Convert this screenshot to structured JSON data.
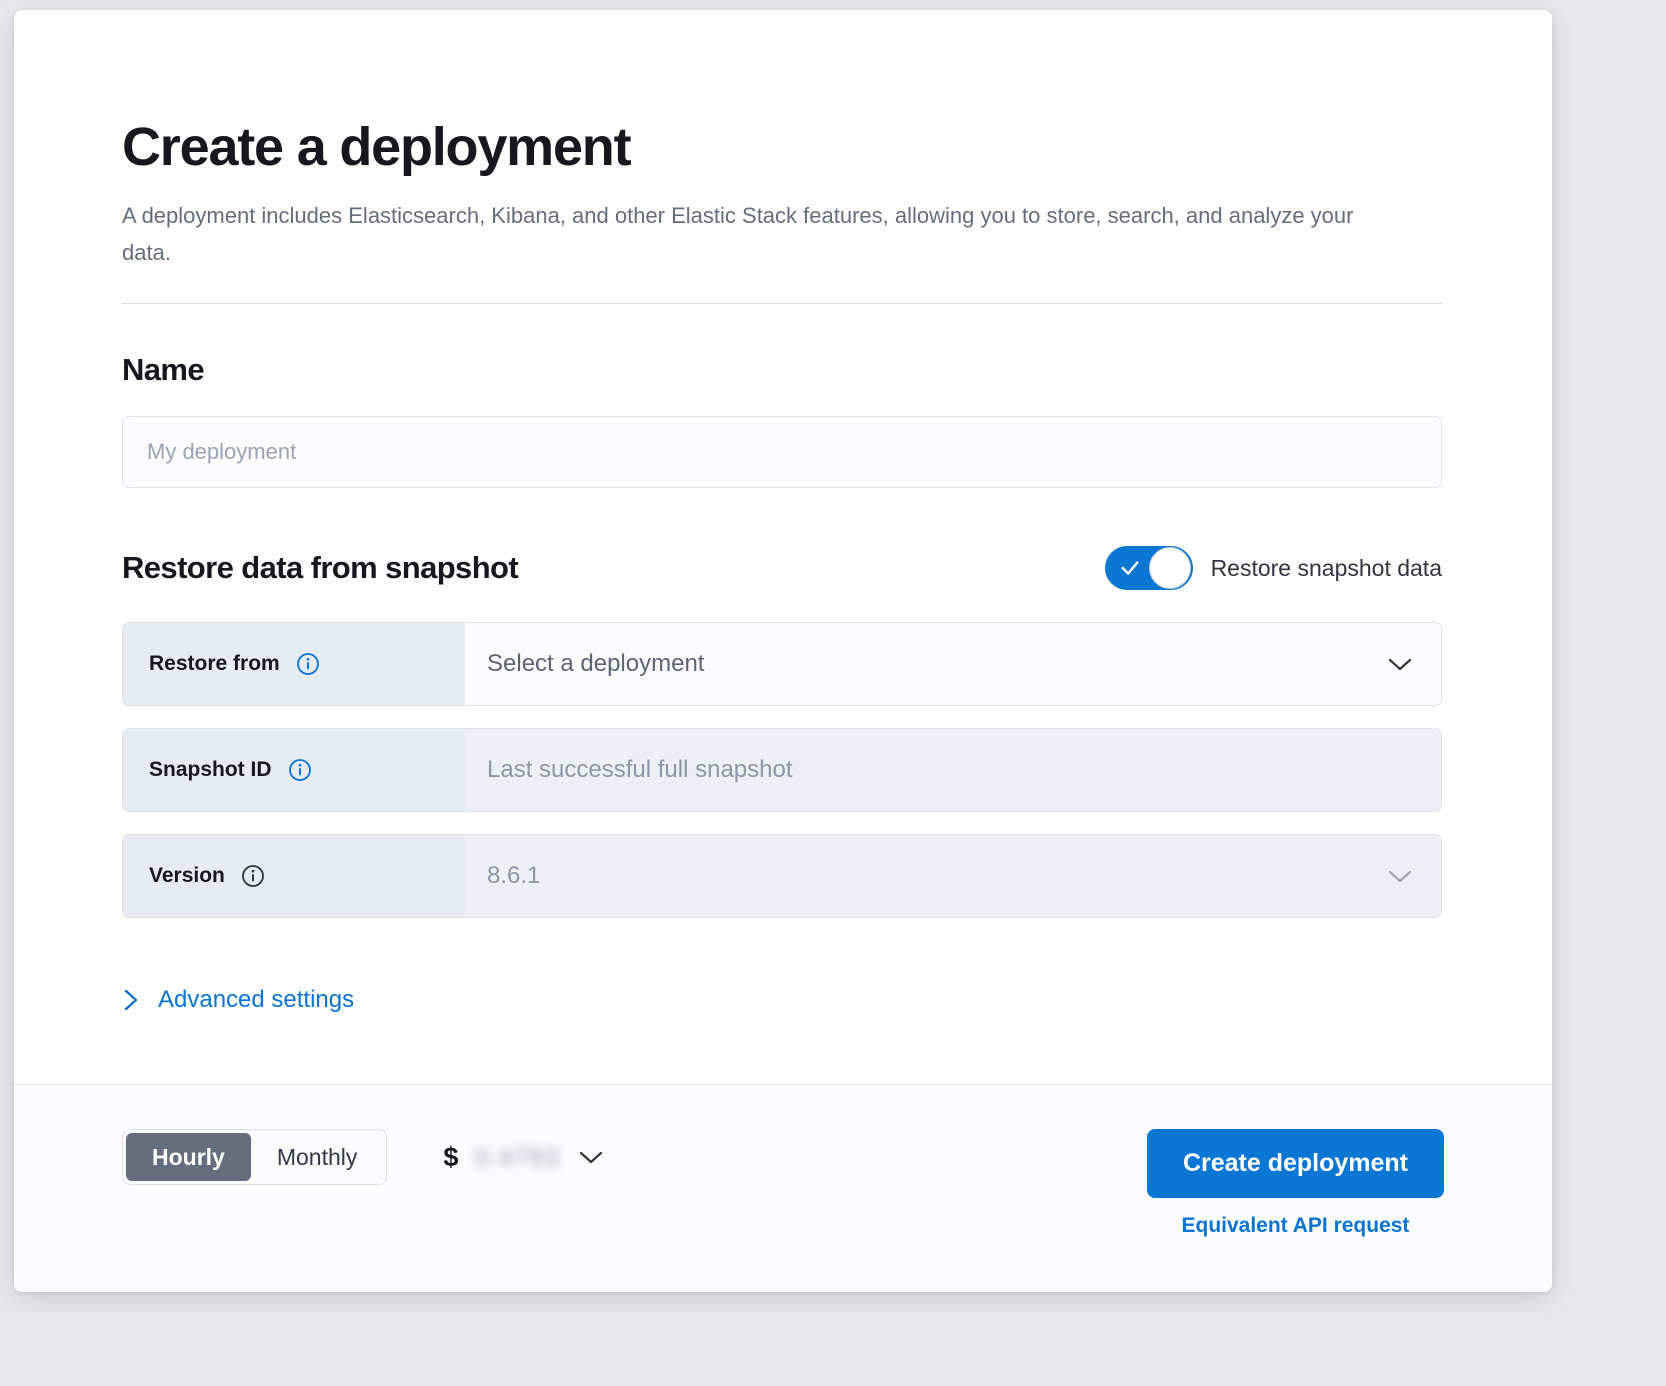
{
  "page": {
    "title": "Create a deployment",
    "description": "A deployment includes Elasticsearch, Kibana, and other Elastic Stack features, allowing you to store, search, and analyze your data."
  },
  "name_section": {
    "heading": "Name",
    "input_value": "",
    "input_placeholder": "My deployment"
  },
  "snapshot_section": {
    "heading": "Restore data from snapshot",
    "toggle_label": "Restore snapshot data",
    "toggle_on": true,
    "rows": [
      {
        "label": "Restore from",
        "value": "Select a deployment",
        "info_icon": "info-icon",
        "info_color": "#0a74d0",
        "chevron": "chevron-down-icon",
        "disabled": false
      },
      {
        "label": "Snapshot ID",
        "value": "Last successful full snapshot",
        "info_icon": "info-icon",
        "info_color": "#0a74d0",
        "chevron": "",
        "disabled": true
      },
      {
        "label": "Version",
        "value": "8.6.1",
        "info_icon": "info-icon",
        "info_color": "#2f3440",
        "chevron": "chevron-down-icon",
        "disabled": true
      }
    ],
    "advanced_settings_label": "Advanced settings",
    "advanced_settings_icon": "chevron-right-icon"
  },
  "footer": {
    "billing_options": [
      {
        "label": "Hourly",
        "selected": true
      },
      {
        "label": "Monthly",
        "selected": false
      }
    ],
    "price_currency_symbol": "$",
    "price_amount": "0.4793",
    "price_chevron": "chevron-down-icon",
    "create_button_label": "Create deployment",
    "api_link_label": "Equivalent API request"
  },
  "colors": {
    "accent_blue": "#0b77d4",
    "link_blue": "#0a74d0",
    "segment_active": "#646e7e",
    "text_dark": "#16181d",
    "text_muted": "#646d7e"
  }
}
